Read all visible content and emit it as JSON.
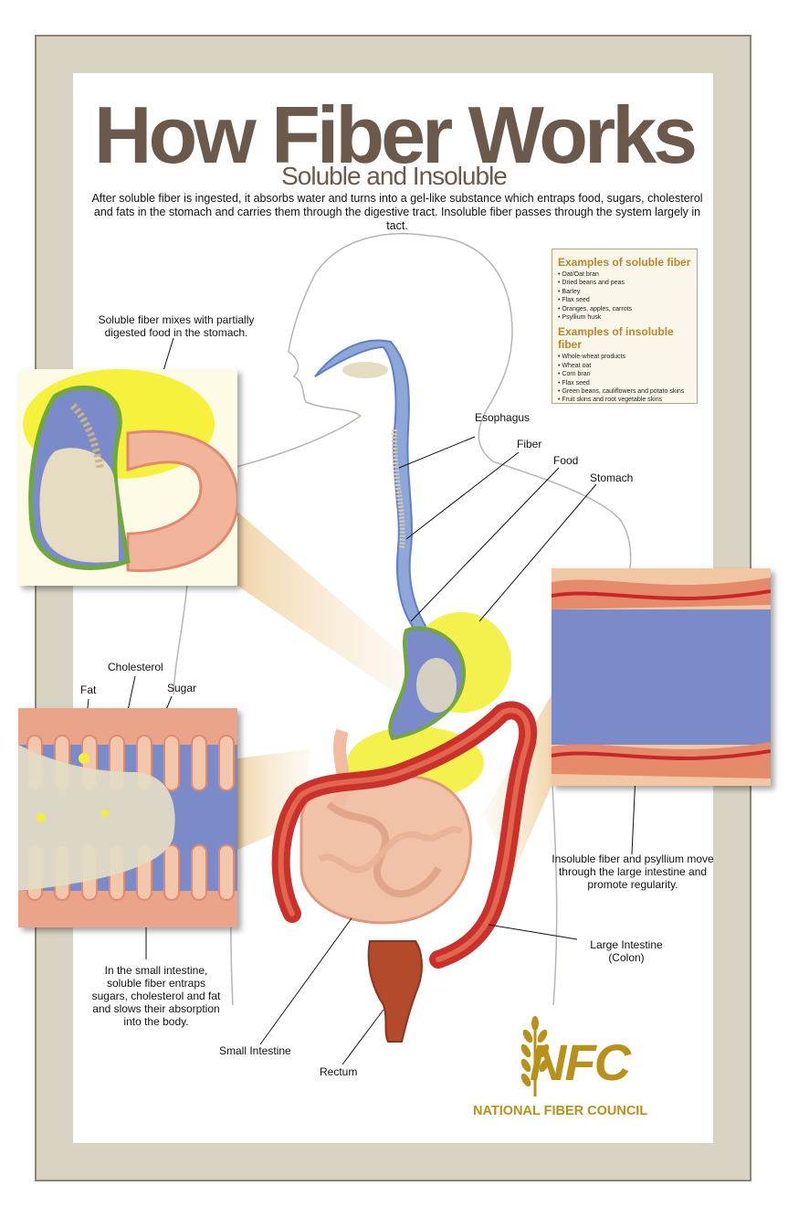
{
  "poster": {
    "title": "How Fiber Works",
    "subtitle": "Soluble and Insoluble",
    "intro": "After soluble fiber is ingested, it absorbs water and turns into a gel-like substance which entraps food, sugars, cholesterol and fats in the stomach and carries them through the digestive tract.  Insoluble fiber passes through the system largely in tact."
  },
  "examples": {
    "soluble_heading": "Examples of soluble fiber",
    "soluble": [
      "Oat/Oat bran",
      "Dried beans and peas",
      "Barley",
      "Flax seed",
      "Oranges, apples, carrots",
      "Psyllium husk"
    ],
    "insoluble_heading": "Examples of insoluble fiber",
    "insoluble": [
      "Whole-wheat products",
      "Wheat oat",
      "Corn bran",
      "Flax seed",
      "Green beans, cauliflowers and potato skins",
      "Fruit skins and root vegetable skins"
    ]
  },
  "labels": {
    "stomach_inset": "Soluble fiber mixes with partially digested food in the stomach.",
    "esophagus": "Esophagus",
    "fiber": "Fiber",
    "food": "Food",
    "stomach": "Stomach",
    "cholesterol": "Cholesterol",
    "fat": "Fat",
    "sugar": "Sugar",
    "small_intestine_inset": "In the small intestine, soluble fiber entraps sugars, cholesterol and fat and slows their absorption into the body.",
    "large_intestine_inset": "Insoluble fiber and psyllium move through the large intestine and promote regularity.",
    "large_intestine": "Large Intestine (Colon)",
    "small_intestine": "Small Intestine",
    "rectum": "Rectum"
  },
  "logo": {
    "letters": "NFC",
    "name": "NATIONAL FIBER COUNCIL"
  },
  "colors": {
    "title": "#6b5a4c",
    "accent_gold": "#b8901c",
    "gel_blue": "#7b8bc9",
    "intestine_red": "#c9312a",
    "stomach_yellow": "#f3ee3a"
  }
}
